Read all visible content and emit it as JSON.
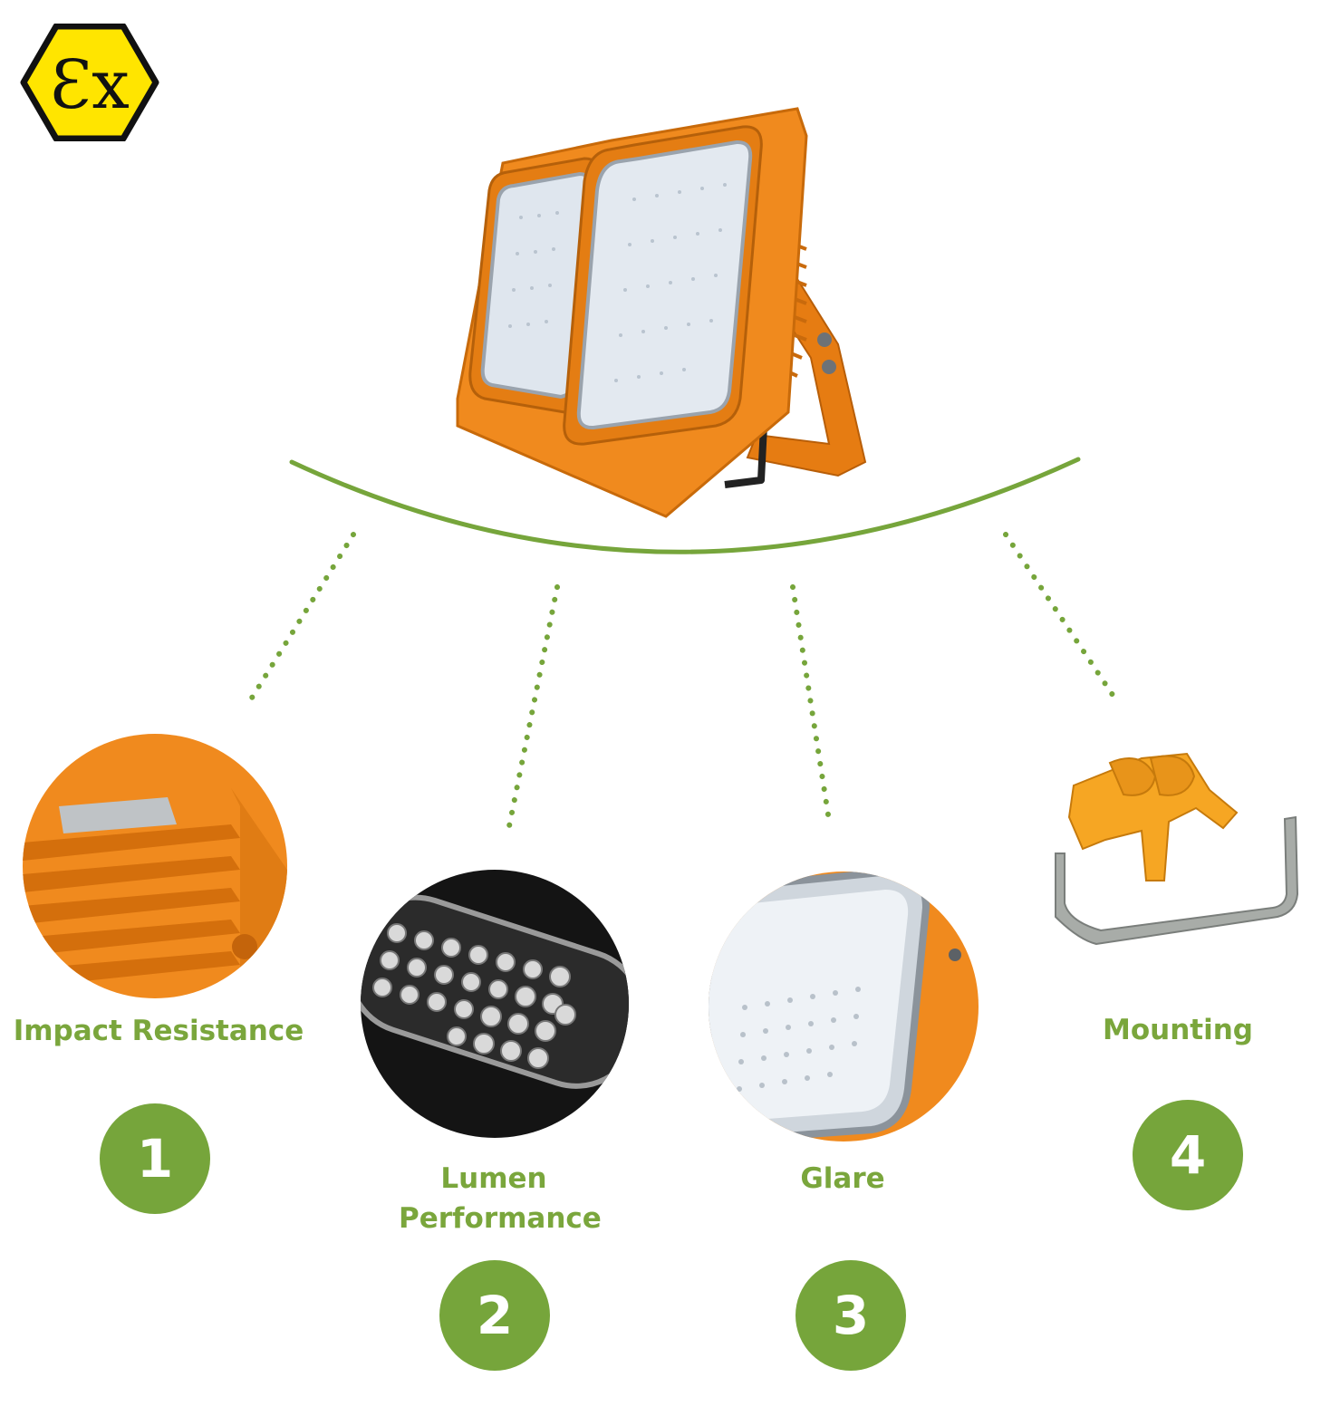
{
  "badge": {
    "text": "Ɛx",
    "fill": "#ffe500",
    "stroke": "#111111"
  },
  "colors": {
    "accent": "#76a53b",
    "body_orange": "#f08a1e",
    "lens": "#dfe6ee"
  },
  "features": [
    {
      "label": "Impact Resistance",
      "number": "1",
      "icon": "heatsink-fins-closeup"
    },
    {
      "label": "Lumen Performance",
      "number": "2",
      "icon": "led-array-closeup"
    },
    {
      "label": "Glare",
      "number": "3",
      "icon": "lens-diffuser-closeup"
    },
    {
      "label": "Mounting",
      "number": "4",
      "icon": "mounting-bracket"
    }
  ]
}
